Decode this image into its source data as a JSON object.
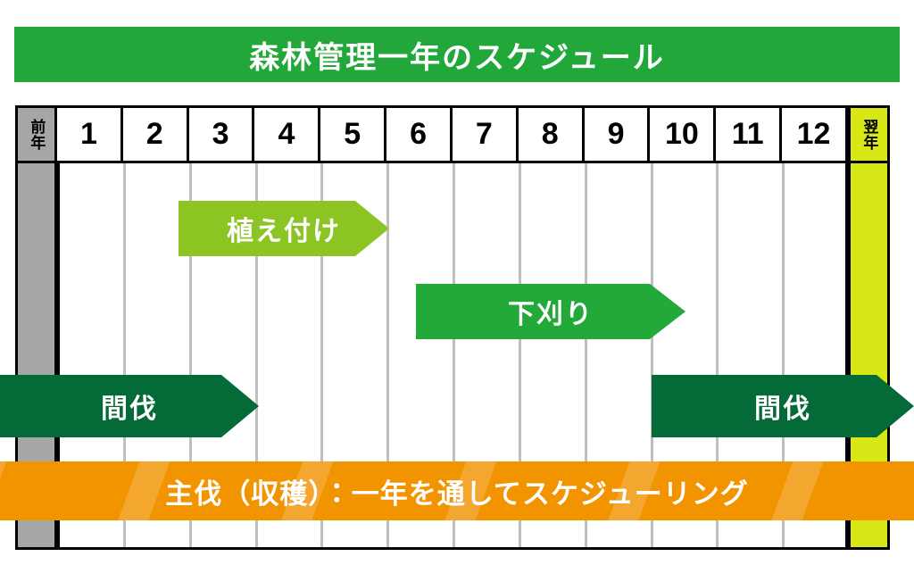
{
  "title": {
    "text": "森林管理一年のスケジュール",
    "background": "#22a73a",
    "color": "#ffffff"
  },
  "table": {
    "prev_year_label": "前年",
    "next_year_label": "翌年",
    "prev_year_color": "#a6a6a6",
    "next_year_color": "#d8e817",
    "months": [
      "1",
      "2",
      "3",
      "4",
      "5",
      "6",
      "7",
      "8",
      "9",
      "10",
      "11",
      "12"
    ]
  },
  "tasks": [
    {
      "label": "植え付け",
      "color": "#8cc424",
      "start_month": "3",
      "end_month": "5"
    },
    {
      "label": "下刈り",
      "color": "#23a83a",
      "start_month": "6",
      "end_month": "9"
    },
    {
      "label": "間伐",
      "color": "#046a38",
      "start_month": "前年",
      "end_month": "2"
    },
    {
      "label": "間伐",
      "color": "#046a38",
      "start_month": "10",
      "end_month": "翌年"
    }
  ],
  "banner": {
    "text": "主伐（収穫）：一年を通してスケジューリング",
    "background": "#f29400",
    "color": "#ffffff"
  },
  "chart_data": {
    "type": "bar",
    "title": "森林管理一年のスケジュール",
    "xlabel": "",
    "ylabel": "",
    "categories": [
      "前年",
      "1",
      "2",
      "3",
      "4",
      "5",
      "6",
      "7",
      "8",
      "9",
      "10",
      "11",
      "12",
      "翌年"
    ],
    "series": [
      {
        "name": "植え付け",
        "start": "3",
        "end": "5",
        "color": "#8cc424"
      },
      {
        "name": "下刈り",
        "start": "6",
        "end": "9",
        "color": "#23a83a"
      },
      {
        "name": "間伐",
        "start": "前年",
        "end": "2",
        "color": "#046a38"
      },
      {
        "name": "間伐",
        "start": "10",
        "end": "翌年",
        "color": "#046a38"
      },
      {
        "name": "主伐（収穫）：一年を通してスケジューリング",
        "start": "前年",
        "end": "翌年",
        "color": "#f29400"
      }
    ],
    "grid": true,
    "legend": "none"
  }
}
